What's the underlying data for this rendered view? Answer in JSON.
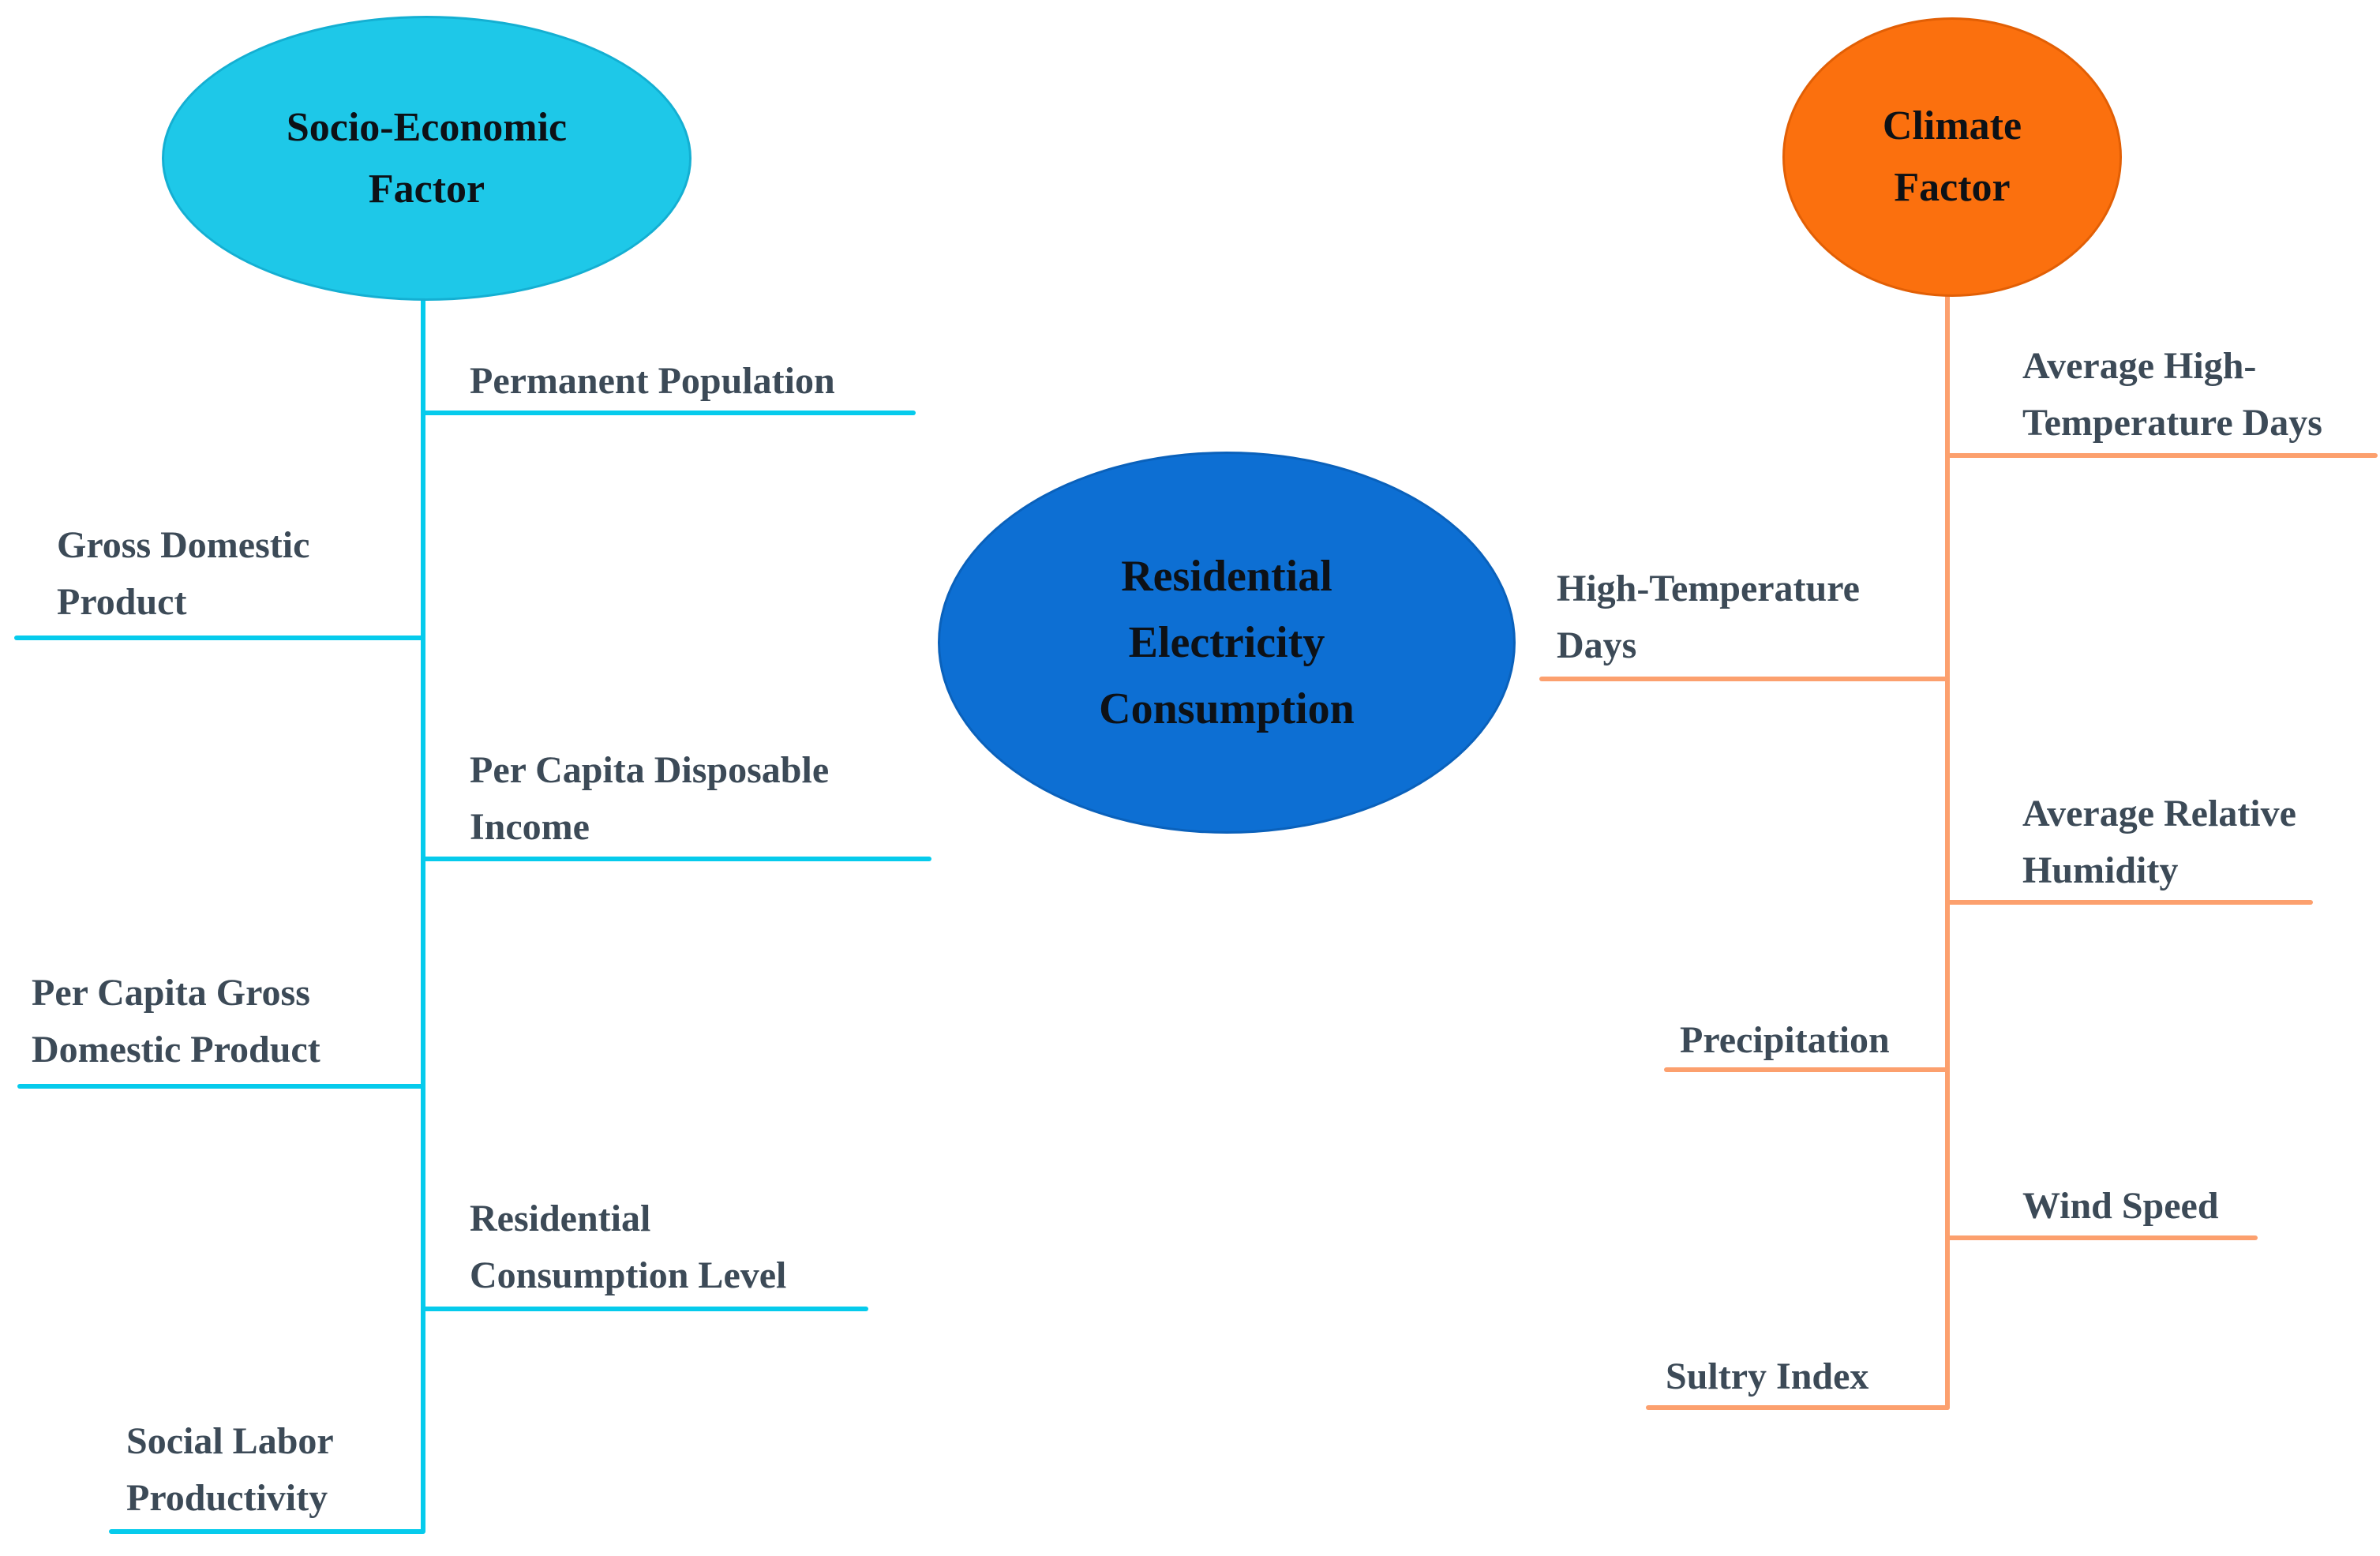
{
  "colors": {
    "socio_fill": "#1EC8E8",
    "socio_edge": "#14AFD2",
    "socio_line": "#06CBEC",
    "climate_fill": "#FB700E",
    "climate_edge": "#E25F05",
    "climate_line": "#FCA06E",
    "center_fill": "#0D6FD3",
    "center_edge": "#0A61BB",
    "label_text": "#3C4A57",
    "node_text": "#0D1116",
    "bg": "#FFFFFF"
  },
  "center_node": {
    "lines": [
      "Residential",
      "Electricity",
      "Consumption"
    ]
  },
  "socio_node": {
    "lines": [
      "Socio-Economic",
      "Factor"
    ]
  },
  "climate_node": {
    "lines": [
      "Climate",
      "Factor"
    ]
  },
  "socio_items": [
    {
      "lines": [
        "Permanent Population"
      ]
    },
    {
      "lines": [
        "Gross Domestic",
        "Product"
      ]
    },
    {
      "lines": [
        "Per Capita Disposable",
        "Income"
      ]
    },
    {
      "lines": [
        "Per Capita Gross",
        "Domestic Product"
      ]
    },
    {
      "lines": [
        "Residential",
        "Consumption Level"
      ]
    },
    {
      "lines": [
        "Social Labor",
        "Productivity"
      ]
    }
  ],
  "climate_items": [
    {
      "lines": [
        "Average High-",
        "Temperature Days"
      ]
    },
    {
      "lines": [
        "High-Temperature",
        "Days"
      ]
    },
    {
      "lines": [
        "Average Relative",
        "Humidity"
      ]
    },
    {
      "lines": [
        "Precipitation"
      ]
    },
    {
      "lines": [
        "Wind Speed"
      ]
    },
    {
      "lines": [
        "Sultry Index"
      ]
    }
  ]
}
